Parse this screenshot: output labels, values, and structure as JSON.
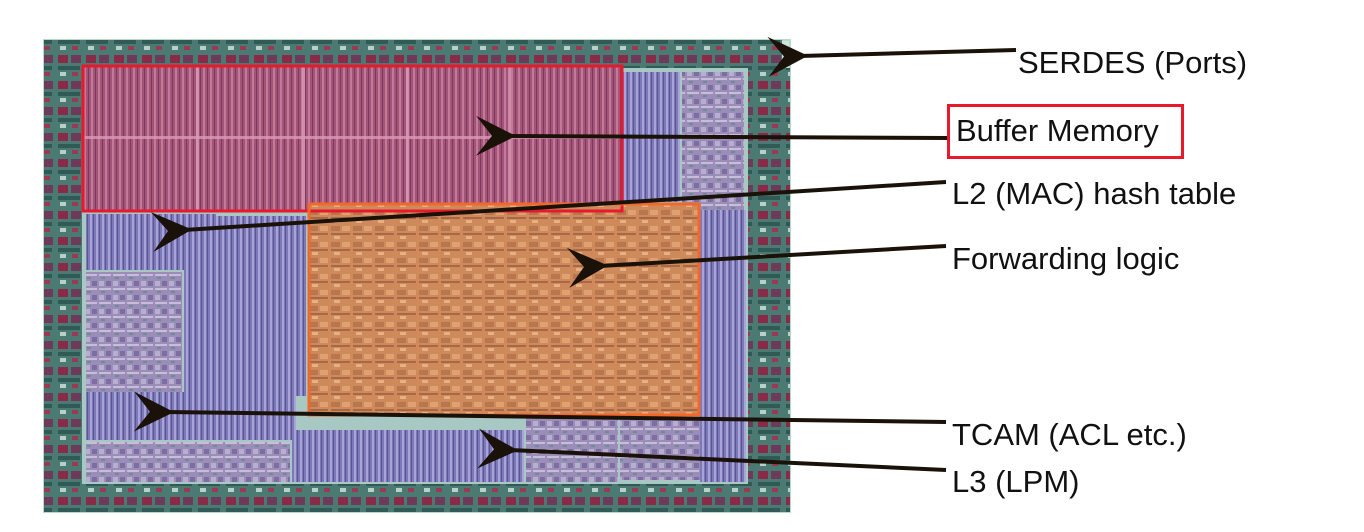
{
  "labels": {
    "serdes": "SERDES (Ports)",
    "buffer_memory": "Buffer Memory",
    "l2_hash": "L2 (MAC) hash table",
    "forwarding": "Forwarding logic",
    "tcam": "TCAM (ACL etc.)",
    "l3": "L3 (LPM)"
  },
  "colors": {
    "buffer_region": "#e8192c",
    "forwarding_region": "#f2682a",
    "arrow": "#1a1208",
    "die_border": "#b8d8c8",
    "buffer_fill": "#a85a78",
    "forwarding_fill": "#d4905c",
    "sram_blue": "#7c78b8",
    "serdes_teal": "#4f7d74",
    "serdes_red": "#8a2a48"
  }
}
